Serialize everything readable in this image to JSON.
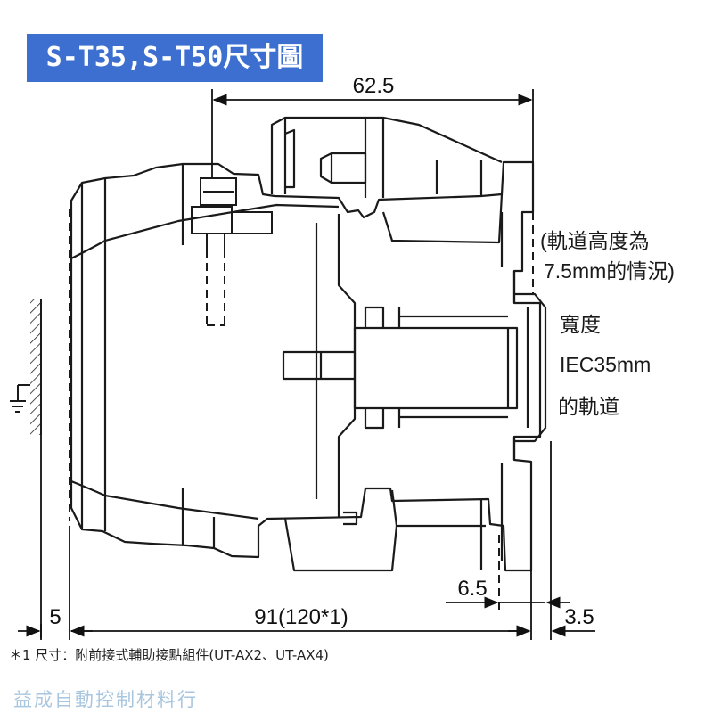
{
  "title": "S-T35,S-T50尺寸圖",
  "dimensions": {
    "top_width": "62.5",
    "bottom_width": "91(120*1)",
    "left_offset": "5",
    "rail_depth": "6.5",
    "rail_offset": "3.5"
  },
  "rail_notes": {
    "height_line1": "(軌道高度為",
    "height_line2": "7.5mm的情況)",
    "width_line1": "寬度",
    "width_line2": "IEC35mm",
    "width_line3": "的軌道"
  },
  "footnote": "＊1 尺寸：附前接式輔助接點組件(UT-AX2、UT-AX4)",
  "watermark": "益成自動控制材料行",
  "colors": {
    "title_bg": "#3c6fd0",
    "title_fg": "#ffffff",
    "line": "#1a1a1a",
    "watermark": "#a9c6df"
  }
}
